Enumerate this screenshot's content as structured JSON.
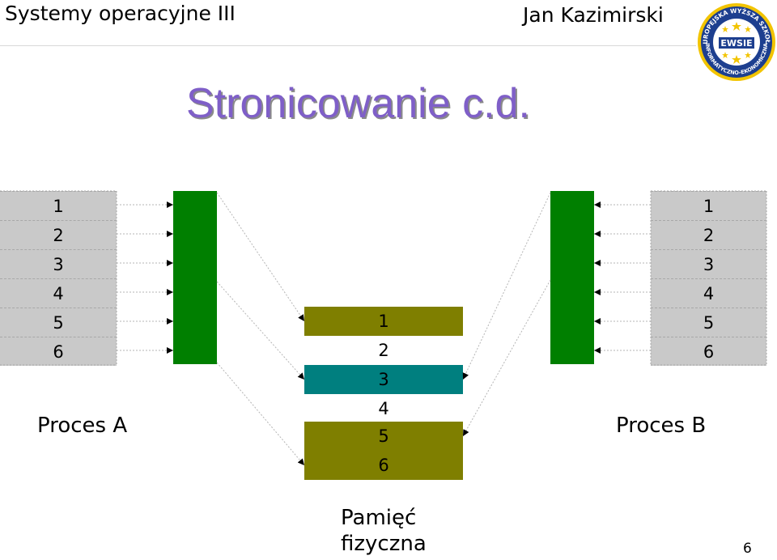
{
  "header": {
    "course": "Systemy operacyjne III",
    "author": "Jan Kazimirski",
    "logo_text_top": "EUROPEJSKA WYŻSZA SZKOŁA",
    "logo_text_bottom": "INFORMATYCZNO-EKONOMICZNA",
    "logo_label": "EWSIE"
  },
  "title": "Stronicowanie c.d.",
  "process_a": {
    "label": "Proces A",
    "pages": [
      "1",
      "2",
      "3",
      "4",
      "5",
      "6"
    ]
  },
  "process_b": {
    "label": "Proces B",
    "pages": [
      "1",
      "2",
      "3",
      "4",
      "5",
      "6"
    ]
  },
  "physical_memory": {
    "label_line1": "Pamięć",
    "label_line2": "fizyczna",
    "frames": [
      "1",
      "2",
      "3",
      "4",
      "5",
      "6"
    ]
  },
  "colors": {
    "olive": "#7f7f00",
    "teal": "#007f7f",
    "green": "#007f00",
    "page_gray": "#c9c9c9",
    "title": "#7f5fc8"
  },
  "slide_number": "6"
}
